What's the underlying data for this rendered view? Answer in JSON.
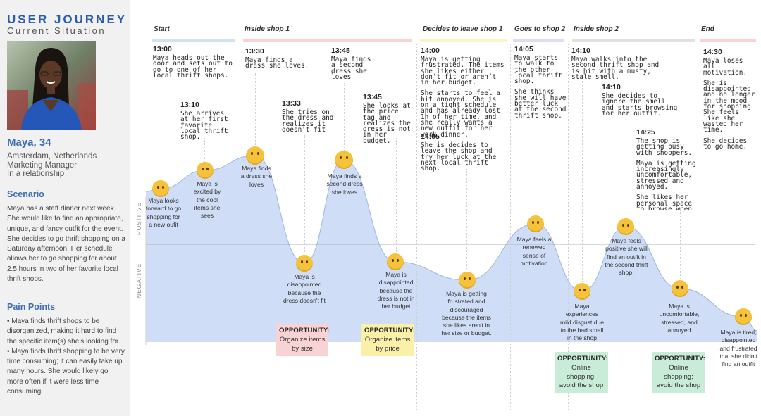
{
  "header": {
    "title": "USER JOURNEY",
    "subtitle": "Current Situation"
  },
  "persona": {
    "name": "Maya, 34",
    "info": [
      "Amsterdam, Netherlands",
      "Marketing Manager",
      "In a relationship"
    ],
    "scenario_heading": "Scenario",
    "scenario": "Maya has a staff dinner next week. She would like to find an appropriate, unique, and fancy outfit for the event. She decides to go thrift shopping on a Saturday afternoon. Her schedule allows her to go shopping for about 2.5 hours in two of her favorite local thrift shops.",
    "pain_heading": "Pain Points",
    "pain_points": [
      "• Maya finds thrift shops to be disorganized, making it hard to find the specific item(s) she’s looking for.",
      "• Maya finds thrift shopping to be very time consuming; it can easily take up many hours. She would likely go more often if it were less time consuming."
    ]
  },
  "phases": [
    {
      "label": "Start",
      "color": "#cfe3f6"
    },
    {
      "label": "Inside shop 1",
      "color": "#f9d3d3"
    },
    {
      "label": "Decides to leave shop 1",
      "color": "#fbf4c3"
    },
    {
      "label": "Goes to shop 2",
      "color": "#e0dcf1"
    },
    {
      "label": "Inside shop 2",
      "color": "#e1e1e1"
    },
    {
      "label": "End",
      "color": "#f9d3d3"
    }
  ],
  "axis": {
    "positive": "POSITIVE",
    "negative": "NEGATIVE"
  },
  "events": [
    {
      "time": "13:00",
      "desc": [
        "Maya heads out the door and sets out to go to one of her local thrift shops."
      ]
    },
    {
      "time": "13:10",
      "desc": [
        "She arrives at her first favorite local thrift shop."
      ]
    },
    {
      "time": "13:30",
      "desc": [
        "Maya finds a dress she loves."
      ]
    },
    {
      "time": "13:33",
      "desc": [
        "She tries on the dress and realizes it doesn’t fit"
      ]
    },
    {
      "time": "13:45",
      "desc": [
        "Maya finds a second dress she loves"
      ]
    },
    {
      "time": "13:45",
      "desc": [
        "She looks at the price tag and realizes the dress is not in her budget."
      ]
    },
    {
      "time": "14:00",
      "desc": [
        "Maya is getting frustrated. The items she likes either don’t fit or aren’t in her budget.",
        "She starts to feel a bit annoyed. She is on a tight schedule and has already lost 1h of her time, and she really wants a new outfit for her work dinner."
      ]
    },
    {
      "time": "14:05",
      "desc": [
        "She is decides to leave the shop and try her luck at the next local thrift shop."
      ]
    },
    {
      "time": "14:05",
      "desc": [
        "Maya starts to walk to the other local thrift shop.",
        "She thinks she will have better luck at the second thrift shop."
      ]
    },
    {
      "time": "14:10",
      "desc": [
        "Maya walks into the second thrift shop and is hit with a musty, stale smell."
      ]
    },
    {
      "time": "14:10",
      "desc": [
        "She decides to ignore the smell and starts browsing for her outfit."
      ]
    },
    {
      "time": "14:25",
      "desc": [
        "The shop is getting busy with shoppers.",
        "Maya is getting increasingly uncomfortable, stressed and annoyed.",
        "She likes her personal space to browse when thrifting."
      ]
    },
    {
      "time": "14:30",
      "desc": [
        "Maya loses all motivation.",
        "She is disappointed and no longer in the mood for shopping. She feels like she wasted her time.",
        "She decides to go home."
      ]
    }
  ],
  "emotions": [
    {
      "face": "happy",
      "label": "Maya looks forward to go shopping for a new oufit",
      "level": 0.42
    },
    {
      "face": "grin",
      "label": "Maya is excited by the cool items she sees",
      "level": 0.58
    },
    {
      "face": "love",
      "label": "Maya finds a dress she loves",
      "level": 0.75
    },
    {
      "face": "neutral",
      "label": "Maya is disappointed because the dress doesn't fit",
      "level": -0.15
    },
    {
      "face": "love",
      "label": "Maya finds a second dress she loves",
      "level": 0.65
    },
    {
      "face": "neutral",
      "label": "Maya is disappointed because the dress is not in her budget",
      "level": -0.15
    },
    {
      "face": "neutral",
      "label": "Maya is getting frustrated and discouraged because the items she likes aren't in her size or budget.",
      "level": -0.3
    },
    {
      "face": "happy",
      "label": "Maya feels a renewed sense of motivation",
      "level": 0.15
    },
    {
      "face": "angry",
      "label": "Maya experiences mild disgust due to the bad smell in the shop",
      "level": -0.42
    },
    {
      "face": "happy",
      "label": "Maya feels positive she will find an outfit in the second thrift shop.",
      "level": 0.12
    },
    {
      "face": "angry",
      "label": "Maya is uncomfortable, stressed, and annoyed",
      "level": -0.38
    },
    {
      "face": "tired",
      "label": "Maya is tired, disappointed and frustrated that she didn't find an outfit",
      "level": -0.6
    }
  ],
  "opportunities": [
    {
      "heading": "OPPORTUNITY:",
      "text": [
        "Organize items",
        "by size"
      ],
      "color": "#f9d3d3"
    },
    {
      "heading": "OPPORTUNITY:",
      "text": [
        "Organize items",
        "by price"
      ],
      "color": "#fbf0a8"
    },
    {
      "heading": "OPPORTUNITY:",
      "text": [
        "Online shopping;",
        "avoid the shop"
      ],
      "color": "#c9ecd9"
    },
    {
      "heading": "OPPORTUNITY:",
      "text": [
        "Online shopping;",
        "avoid the shop"
      ],
      "color": "#c9ecd9"
    }
  ],
  "colors": {
    "accent": "#2a5daa",
    "curve_fill": "#c7d7f4"
  }
}
